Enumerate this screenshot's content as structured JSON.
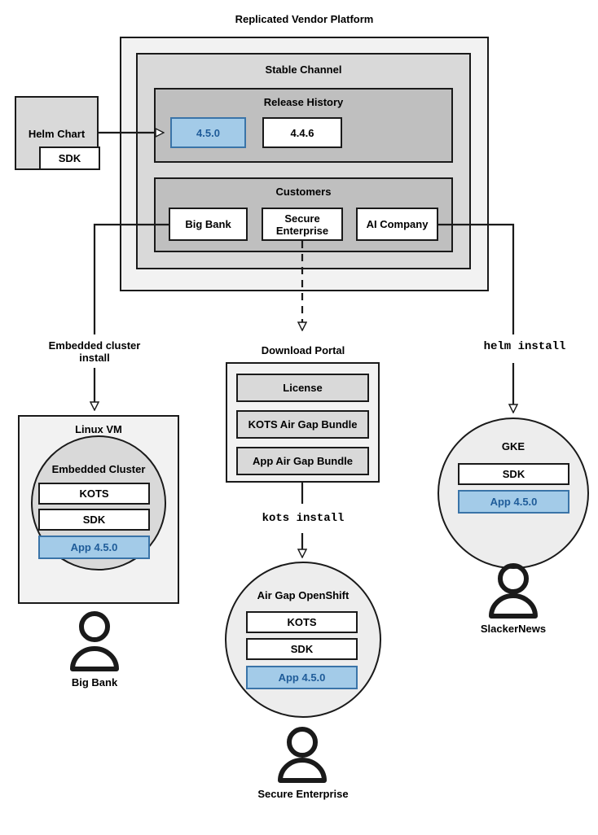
{
  "diagram": {
    "title": "Replicated Vendor Platform",
    "platform": {
      "stable_channel": {
        "title": "Stable Channel",
        "release_history": {
          "title": "Release History",
          "releases": [
            {
              "version": "4.5.0",
              "highlighted": true
            },
            {
              "version": "4.4.6",
              "highlighted": false
            }
          ]
        },
        "customers": {
          "title": "Customers",
          "items": [
            {
              "name": "Big Bank"
            },
            {
              "name": "Secure Enterprise"
            },
            {
              "name": "AI Company"
            }
          ]
        }
      }
    },
    "helm_chart": {
      "title": "Helm Chart",
      "component": "SDK"
    },
    "flow_labels": {
      "embedded_cluster_install": "Embedded cluster install",
      "kots_install": "kots install",
      "helm_install": "helm install"
    },
    "download_portal": {
      "title": "Download Portal",
      "artifacts": [
        "License",
        "KOTS Air Gap Bundle",
        "App Air Gap Bundle"
      ]
    },
    "targets": [
      {
        "id": "linux-vm",
        "outer_title": "Linux VM",
        "inner_title": "Embedded Cluster",
        "components": [
          {
            "label": "KOTS",
            "style": "white"
          },
          {
            "label": "SDK",
            "style": "white"
          },
          {
            "label": "App 4.5.0",
            "style": "blue"
          }
        ],
        "user": "Big Bank"
      },
      {
        "id": "air-gap-openshift",
        "outer_title": "Air Gap OpenShift",
        "components": [
          {
            "label": "KOTS",
            "style": "white"
          },
          {
            "label": "SDK",
            "style": "white"
          },
          {
            "label": "App 4.5.0",
            "style": "blue"
          }
        ],
        "user": "Secure Enterprise"
      },
      {
        "id": "gke",
        "outer_title": "GKE",
        "components": [
          {
            "label": "SDK",
            "style": "white"
          },
          {
            "label": "App 4.5.0",
            "style": "blue"
          }
        ],
        "user": "SlackerNews"
      }
    ],
    "colors": {
      "accent_blue_fill": "#a3cbe8",
      "accent_blue_border": "#3a74a8",
      "accent_blue_text": "#1f5c99",
      "stroke": "#1a1a1a",
      "level0_bg": "#f2f2f2",
      "level1_bg": "#d9d9d9",
      "level2_bg": "#bfbfbf"
    }
  }
}
